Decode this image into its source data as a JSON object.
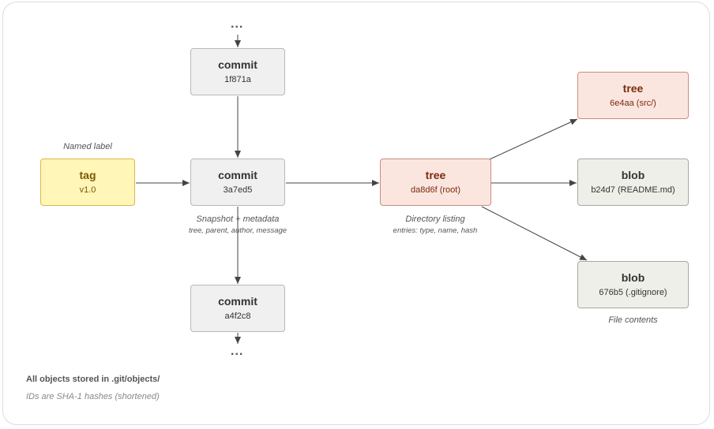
{
  "nodes": {
    "commit_top": {
      "type": "commit",
      "id": "1f871a"
    },
    "commit_main": {
      "type": "commit",
      "id": "3a7ed5"
    },
    "commit_bottom": {
      "type": "commit",
      "id": "a4f2c8"
    },
    "tag": {
      "type": "tag",
      "id": "v1.0"
    },
    "tree_root": {
      "type": "tree",
      "id": "da8d6f (root)"
    },
    "tree_src": {
      "type": "tree",
      "id": "6e4aa (src/)"
    },
    "blob_readme": {
      "type": "blob",
      "id": "b24d7 (README.md)"
    },
    "blob_gitignore": {
      "type": "blob",
      "id": "676b5 (.gitignore)"
    }
  },
  "captions": {
    "tag": "Named label",
    "commit_title": "Snapshot + metadata",
    "commit_detail": "tree, parent, author, message",
    "tree_title": "Directory listing",
    "tree_detail": "entries: type, name, hash",
    "blob": "File contents"
  },
  "ellipsis": "...",
  "notes": {
    "storage": "All objects stored in .git/objects/",
    "ids": "IDs are SHA-1 hashes (shortened)"
  },
  "colors": {
    "tag_fill": "#fff6b8",
    "tree_fill": "#fbe6df",
    "commit_fill": "#f0f0f0",
    "blob_fill": "#efefea",
    "edge": "#444444"
  }
}
